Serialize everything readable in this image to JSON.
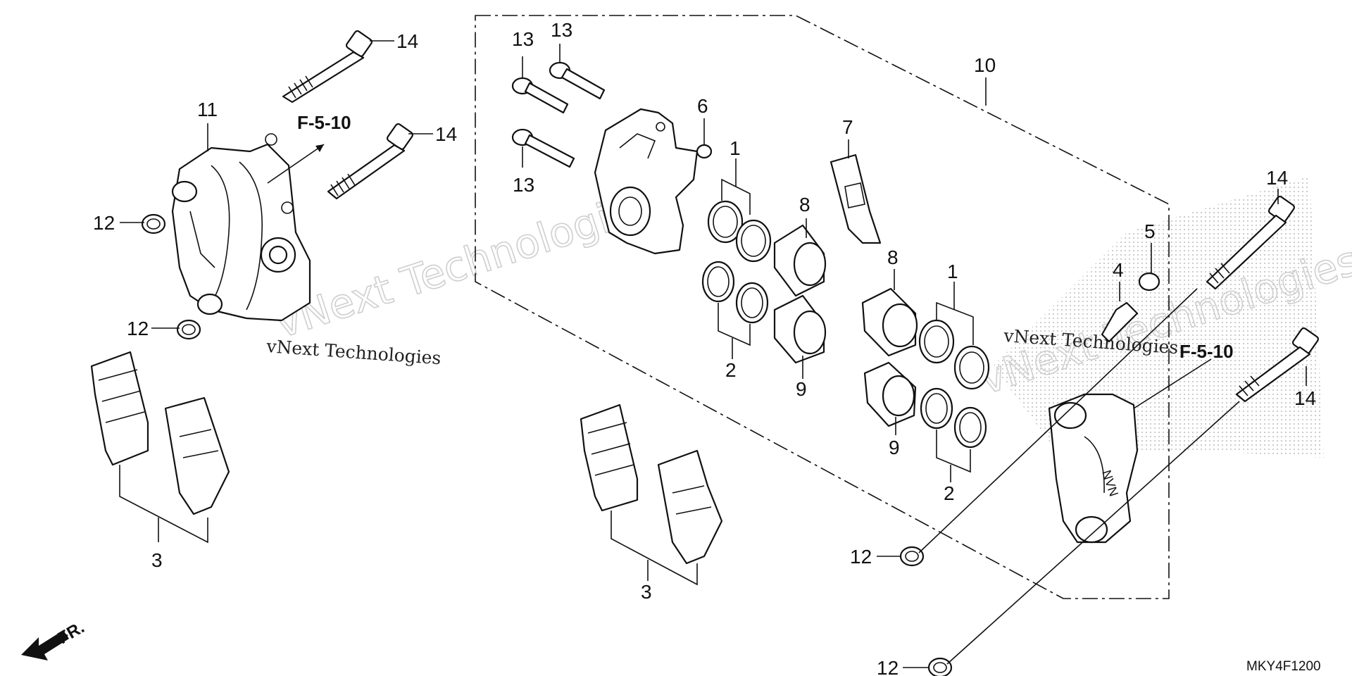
{
  "watermark": {
    "big": "vNext Technologies",
    "small": "vNext Technologies"
  },
  "callouts": {
    "n1a": "1",
    "n1b": "1",
    "n2a": "2",
    "n2b": "2",
    "n3a": "3",
    "n3b": "3",
    "n4": "4",
    "n5": "5",
    "n6": "6",
    "n7": "7",
    "n8a": "8",
    "n8b": "8",
    "n9a": "9",
    "n9b": "9",
    "n10": "10",
    "n11": "11",
    "n12a": "12",
    "n12b": "12",
    "n12c": "12",
    "n12d": "12",
    "n13a": "13",
    "n13b": "13",
    "n13c": "13",
    "n14a": "14",
    "n14b": "14",
    "n14c": "14",
    "n14d": "14"
  },
  "references": {
    "left": "F-5-10",
    "right": "F-5-10"
  },
  "direction": {
    "label": "FR."
  },
  "diagram_code": "MKY4F1200"
}
